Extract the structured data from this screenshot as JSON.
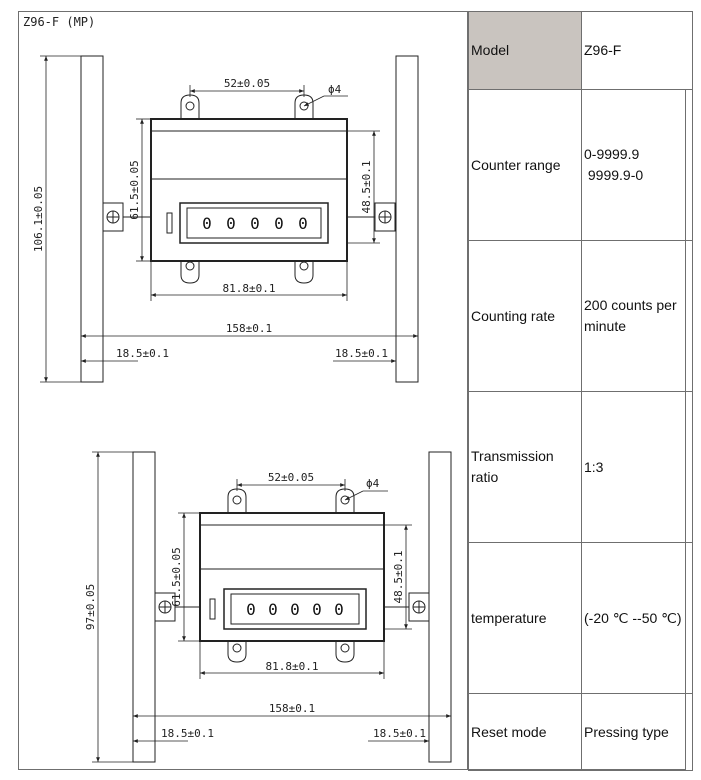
{
  "drawing": {
    "title": "Z96-F (MP)",
    "top_view": {
      "dim_hole_spacing": "52±0.05",
      "dim_hole_dia": "ϕ4",
      "dim_body_height": "61.5±0.05",
      "dim_side_height": "48.5±0.1",
      "dim_body_width": "81.8±0.1",
      "dim_total_width": "158±0.1",
      "dim_left_offset": "18.5±0.1",
      "dim_right_offset": "18.5±0.1",
      "dim_total_height": "106.1±0.05",
      "display": [
        "0",
        "0",
        "0",
        "0",
        "0"
      ]
    },
    "bottom_view": {
      "dim_hole_spacing": "52±0.05",
      "dim_hole_dia": "ϕ4",
      "dim_body_height": "61.5±0.05",
      "dim_side_height": "48.5±0.1",
      "dim_body_width": "81.8±0.1",
      "dim_total_width": "158±0.1",
      "dim_left_offset": "18.5±0.1",
      "dim_right_offset": "18.5±0.1",
      "dim_total_height": "97±0.05",
      "display": [
        "0",
        "0",
        "0",
        "0",
        "0"
      ]
    }
  },
  "specs": [
    {
      "label": "Model",
      "value": "Z96-F"
    },
    {
      "label": "Counter range",
      "value_lines": [
        "0-9999.9",
        " 9999.9-0"
      ]
    },
    {
      "label": "Counting rate",
      "value": "200 counts per minute"
    },
    {
      "label": "Transmission ratio",
      "value": "1:3"
    },
    {
      "label": "temperature",
      "value": "(-20 ℃ --50 ℃)"
    },
    {
      "label": "Reset mode",
      "value": "Pressing type"
    }
  ]
}
